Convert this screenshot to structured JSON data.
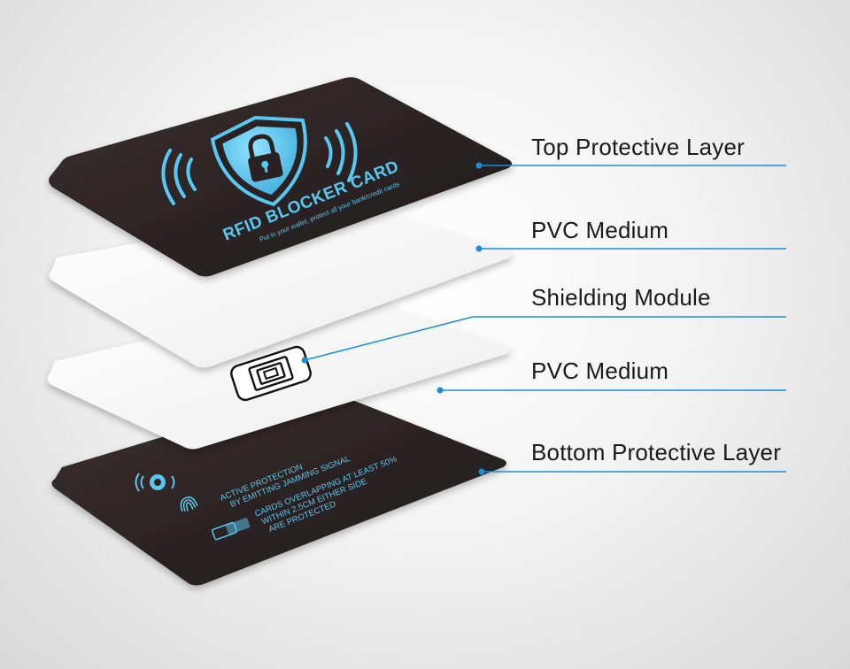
{
  "layers": [
    {
      "label": "Top Protective Layer"
    },
    {
      "label": "PVC Medium"
    },
    {
      "label": "Shielding Module"
    },
    {
      "label": "PVC Medium"
    },
    {
      "label": "Bottom Protective Layer"
    }
  ],
  "top_card": {
    "title": "RFID BLOCKER CARD",
    "subtitle": "Put in your wallet, protect all your bank/credit cards"
  },
  "bottom_card": {
    "line1": "ACTIVE PROTECTION",
    "line2": "BY EMITTING JAMMING SIGNAL",
    "line3": "CARDS OVERLAPPING AT LEAST 50%",
    "line4": "WITHIN 2.5CM EITHER SIDE",
    "line5": "ARE PROTECTED"
  },
  "colors": {
    "accent": "#1a8fd6",
    "card_dark": "#2a2222",
    "card_light": "#f6f6f6",
    "glow_blue": "#56c8f2"
  }
}
